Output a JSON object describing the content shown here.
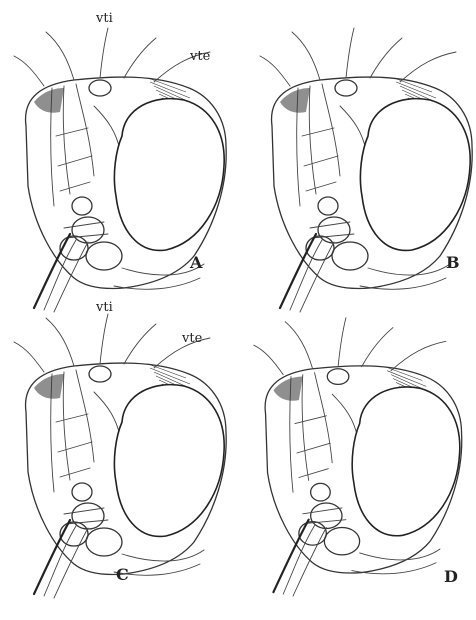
{
  "figure": {
    "panels": [
      {
        "id": "A",
        "letter": "A",
        "labels": [
          "vti",
          "vte"
        ]
      },
      {
        "id": "B",
        "letter": "B",
        "labels": []
      },
      {
        "id": "C",
        "letter": "C",
        "labels": [
          "vti",
          "vte"
        ]
      },
      {
        "id": "D",
        "letter": "D",
        "labels": []
      }
    ]
  }
}
